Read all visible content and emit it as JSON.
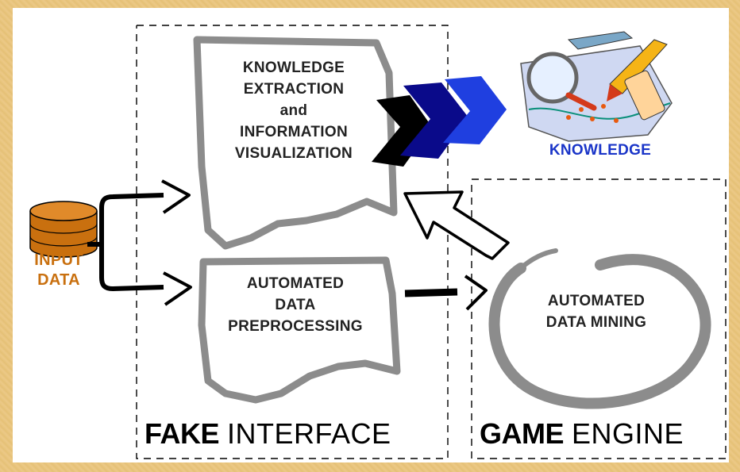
{
  "nodes": {
    "input": {
      "lines": [
        "INPUT",
        "DATA"
      ],
      "color": "#c9700f"
    },
    "knowledge_extraction": {
      "lines": [
        "KNOWLEDGE",
        "EXTRACTION",
        "and",
        "INFORMATION",
        "VISUALIZATION"
      ]
    },
    "preprocessing": {
      "lines": [
        "AUTOMATED",
        "DATA",
        "PREPROCESSING"
      ]
    },
    "data_mining": {
      "lines": [
        "AUTOMATED",
        "DATA MINING"
      ]
    },
    "knowledge": {
      "label": "KNOWLEDGE",
      "color": "#1a35c8"
    }
  },
  "sections": {
    "fake_interface": {
      "strong": "FAKE",
      "light": "INTERFACE"
    },
    "game_engine": {
      "strong": "GAME",
      "light": "ENGINE"
    }
  },
  "colors": {
    "background": "#e9c77f",
    "shape_stroke": "#8c8c8c",
    "arrow_black": "#000000",
    "arrow_dark_blue": "#0a0a8a",
    "arrow_blue": "#1f3fe0",
    "cylinder": "#c9700f"
  },
  "icons": {
    "input": "database-cylinder-icon",
    "knowledge": "magnifier-map-clipart-icon"
  }
}
